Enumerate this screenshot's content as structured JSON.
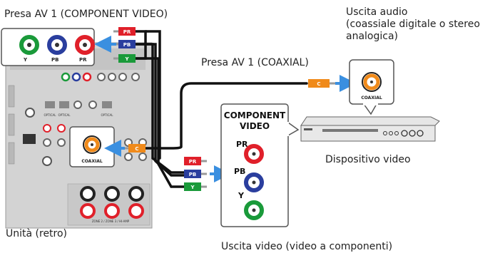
{
  "labels": {
    "component_jack_title": "Presa AV 1 (COMPONENT VIDEO)",
    "coaxial_jack_title": "Presa AV 1 (COAXIAL)",
    "audio_out_line1": "Uscita audio",
    "audio_out_line2": "(coassiale digitale o stereo",
    "audio_out_line3": "analogica)",
    "device": "Dispositivo video",
    "unit": "Unità (retro)",
    "video_out": "Uscita video (video a componenti)"
  },
  "unit_panel": {
    "y": "Y",
    "pb": "PB",
    "pr": "PR",
    "coaxial": "COAXIAL",
    "optical": "OPTICAL",
    "zone_text": "ZONE 2 / ZONE 3 / HI-AMP"
  },
  "plugs": {
    "pr": "PR",
    "pb": "PB",
    "y": "Y",
    "c": "C"
  },
  "component_box": {
    "title_line1": "COMPONENT",
    "title_line2": "VIDEO",
    "pr": "PR",
    "pb": "PB",
    "y": "Y"
  },
  "coax_box": {
    "label": "COAXIAL"
  },
  "colors": {
    "red": "#e0202a",
    "blue": "#2a3e9e",
    "green": "#1a9a3a",
    "orange": "#f08a1a",
    "arrow": "#3a8fe0",
    "panel": "#d0d0d0",
    "cable": "#111111"
  }
}
